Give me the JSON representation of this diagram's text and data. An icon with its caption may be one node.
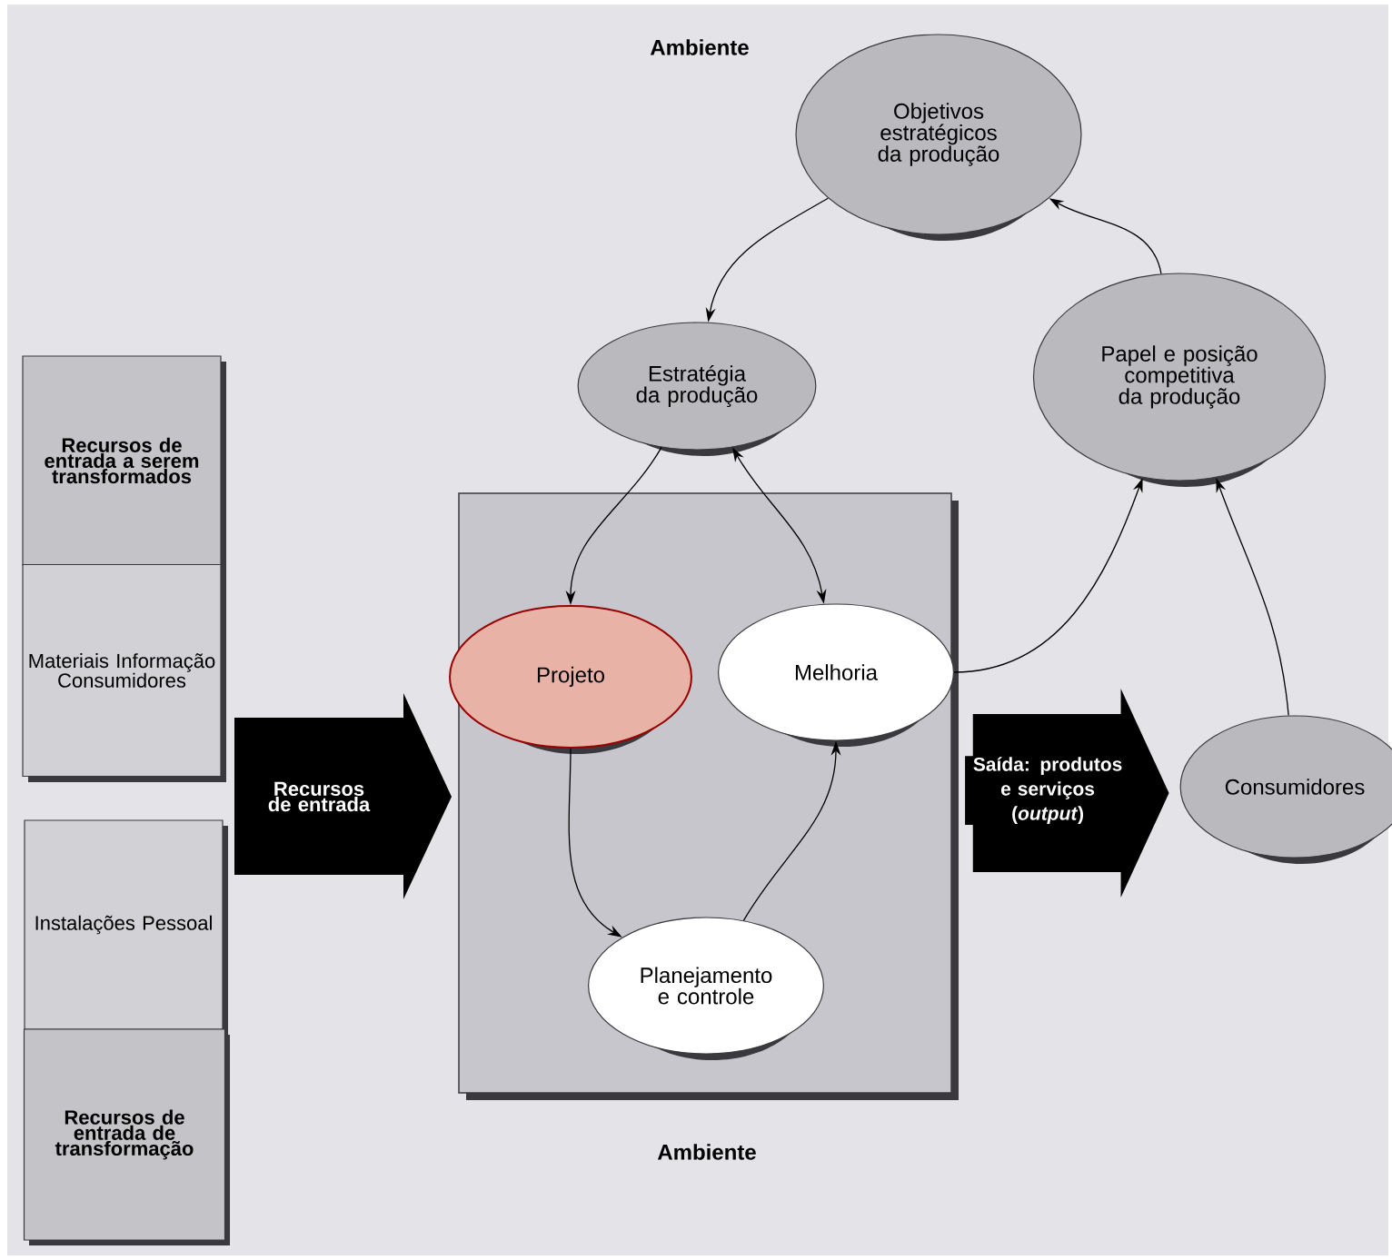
{
  "diagram": {
    "nodes": [
      {
        "text": [
          "Objetivos estratégicos da produção"
        ]
      },
      {
        "text": [
          "Estratégia da produção"
        ]
      },
      {
        "text": [
          "Papel e posição competitiva da produção"
        ]
      },
      {
        "text": [
          "Recursos de entrada a serem transformados"
        ]
      },
      {
        "text": [
          "Materiais Informação Consumidores"
        ]
      },
      {
        "text": [
          "Instalações Pessoal"
        ]
      },
      {
        "text": [
          "Recursos de entrada de transformação"
        ]
      },
      {
        "text": [
          "Recursos de entrada"
        ]
      },
      {
        "text": [],
        "shape": "box"
      },
      {
        "text": [
          "Projeto"
        ],
        "in": 8
      },
      {
        "text": [
          "Melhoria"
        ],
        "in": 8
      },
      {
        "text": [
          "Planejamento e controle"
        ],
        "in": 8
      },
      {
        "text": [
          "Consumidores"
        ]
      }
    ],
    "edges": [
      {
        "from": 0,
        "to": 1,
        "arrow": "to"
      },
      {
        "from": 2,
        "to": 0,
        "arrow": "to"
      },
      {
        "from": 1,
        "to": 9,
        "arrow": "to"
      },
      {
        "from": 1,
        "to": 10,
        "arrow": "both"
      },
      {
        "from": 9,
        "to": 11,
        "arrow": "to"
      },
      {
        "from": 11,
        "to": 10,
        "arrow": "to"
      },
      {
        "from": 10,
        "to": 2,
        "arrow": "to"
      },
      {
        "from": 12,
        "to": 2,
        "arrow": "to"
      },
      {
        "from": 8,
        "to": 12,
        "arrow": "to",
        "style": "thick",
        "label": "Saída: produtos e serviços (*output*)"
      }
    ],
    "labels": [
      "Ambiente",
      "Ambiente"
    ]
  }
}
